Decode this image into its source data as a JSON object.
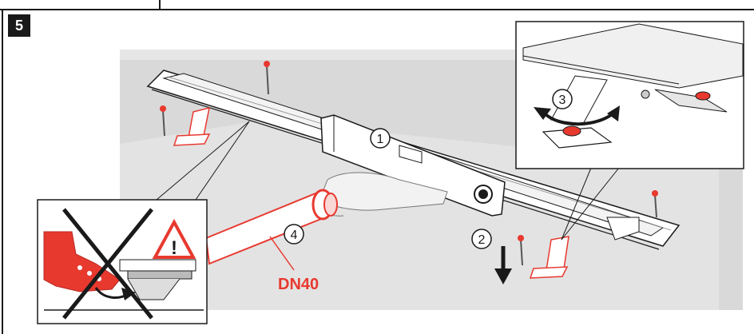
{
  "step": {
    "number": "5"
  },
  "callouts": [
    {
      "id": "1",
      "label": "1"
    },
    {
      "id": "2",
      "label": "2"
    },
    {
      "id": "3",
      "label": "3"
    },
    {
      "id": "4",
      "label": "4"
    }
  ],
  "pipe": {
    "label": "DN40"
  },
  "colors": {
    "accent": "#e8392f",
    "floor": "#d9d9d9",
    "line": "#1a1a1a",
    "warning_yellow": "#ffffff"
  },
  "icons": {
    "warning": "warning-triangle-icon",
    "prohibited": "prohibited-cross-icon",
    "down_arrow": "arrow-down-icon",
    "rotate_arrow": "rotate-arrow-icon"
  }
}
